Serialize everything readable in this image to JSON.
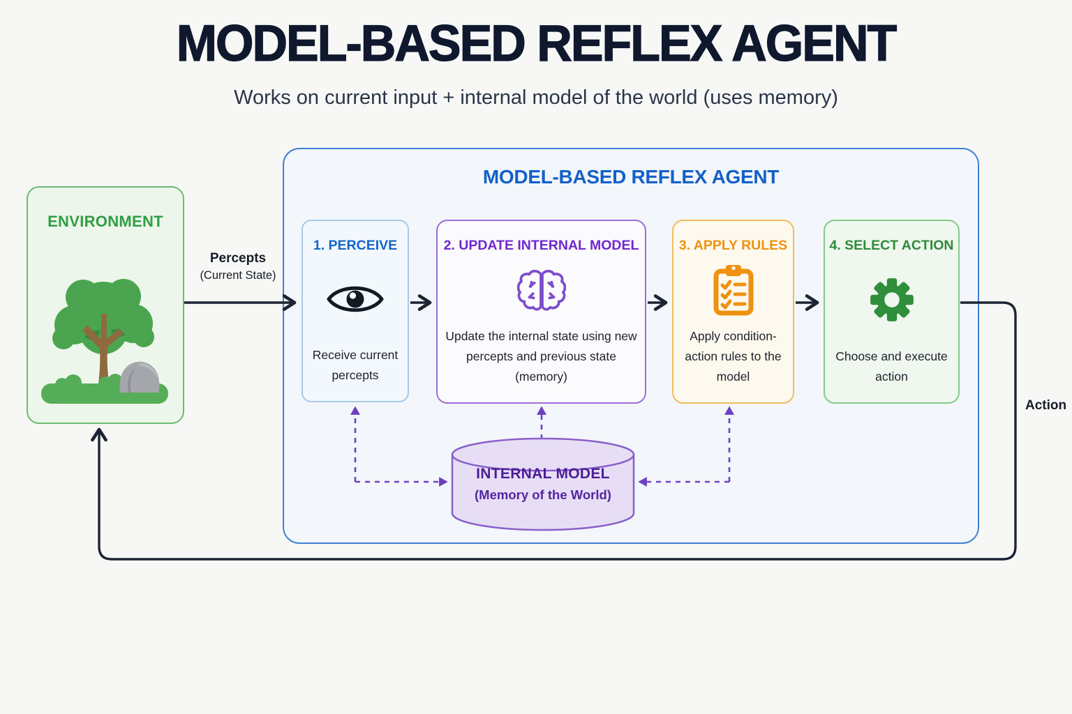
{
  "header": {
    "title": "MODEL-BASED REFLEX AGENT",
    "subtitle": "Works on current input + internal model of the world (uses memory)"
  },
  "environment": {
    "title": "ENVIRONMENT",
    "illustration": "tree-rock-grass"
  },
  "edges": {
    "percepts_label": "Percepts",
    "percepts_sublabel": "(Current State)",
    "action_label": "Action"
  },
  "agent": {
    "title": "MODEL-BASED REFLEX AGENT",
    "steps": [
      {
        "label": "1. PERCEIVE",
        "icon": "eye-icon",
        "description": "Receive current percepts",
        "accent_color": "#1464c8"
      },
      {
        "label": "2. UPDATE INTERNAL MODEL",
        "icon": "brain-icon",
        "description": "Update the internal state using new percepts and previous state (memory)",
        "accent_color": "#7127cf"
      },
      {
        "label": "3. APPLY RULES",
        "icon": "clipboard-checklist-icon",
        "description": "Apply condition-action rules to the model",
        "accent_color": "#ee9210"
      },
      {
        "label": "4. SELECT ACTION",
        "icon": "gear-icon",
        "description": "Choose and execute action",
        "accent_color": "#2e8b3a"
      }
    ],
    "memory": {
      "title": "INTERNAL MODEL",
      "subtitle": "(Memory of the World)",
      "accent_color": "#4c1d95"
    }
  },
  "colors": {
    "background": "#f7f8f6",
    "title_text": "#10182e",
    "black_line": "#1c2433",
    "environment_green": "#2f9e44",
    "agent_blue": "#1361c8",
    "purple_dashed": "#6d3fc4",
    "cylinder_fill": "#e7def6",
    "cylinder_border": "#8a5fc9"
  }
}
